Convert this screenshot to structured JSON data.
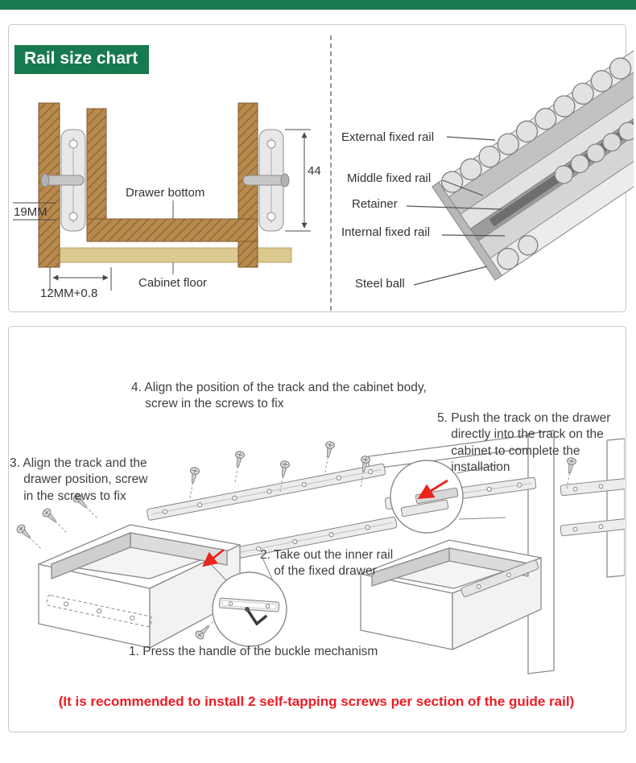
{
  "colors": {
    "brand-green": "#17794e",
    "alert-red": "#ed1c24",
    "wood-brown": "#b98a4e",
    "floor-tan": "#dcc98f"
  },
  "size_chart": {
    "title": "Rail size chart",
    "dims": {
      "side_gap": "19MM",
      "bottom_gap": "12MM+0.8",
      "rail_height": "44"
    },
    "labels": {
      "drawer_bottom": "Drawer bottom",
      "cabinet_floor": "Cabinet floor",
      "external": "External fixed rail",
      "middle": "Middle fixed rail",
      "retainer": "Retainer",
      "internal": "Internal fixed rail",
      "steel_ball": "Steel ball"
    }
  },
  "installation": {
    "step1": "1. Press the handle of the buckle mechanism",
    "step2": "2. Take out the inner rail\n    of the fixed drawer",
    "step3": "3. Align the track and the\n    drawer position, screw\n    in the screws to fix",
    "step4": "4. Align the position of the track and the cabinet body,\n    screw in the screws to fix",
    "step5": "5. Push the track on the drawer\n    directly into the track on the\n    cabinet to complete the\n    installation",
    "note": "(It is recommended to install 2 self-tapping screws per section of the guide rail)"
  }
}
